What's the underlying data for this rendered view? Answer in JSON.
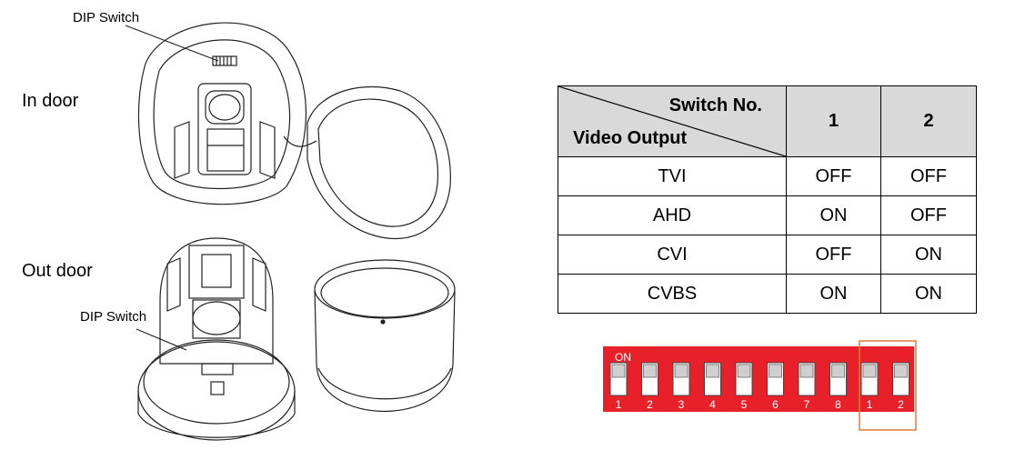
{
  "labels": {
    "in_door": "In door",
    "out_door": "Out door",
    "dip_callout_top": "DIP Switch",
    "dip_callout_bottom": "DIP Switch"
  },
  "table": {
    "corner_top": "Switch No.",
    "corner_bottom": "Video Output",
    "col1": "1",
    "col2": "2",
    "rows": [
      {
        "mode": "TVI",
        "s1": "OFF",
        "s2": "OFF"
      },
      {
        "mode": "AHD",
        "s1": "ON",
        "s2": "OFF"
      },
      {
        "mode": "CVI",
        "s1": "OFF",
        "s2": "ON"
      },
      {
        "mode": "CVBS",
        "s1": "ON",
        "s2": "ON"
      }
    ]
  },
  "dip_switch": {
    "on_label": "ON",
    "numbers": [
      "1",
      "2",
      "3",
      "4",
      "5",
      "6",
      "7",
      "8",
      "1",
      "2"
    ],
    "body_color": "#e8202a",
    "highlight_color": "#e07a3a"
  }
}
